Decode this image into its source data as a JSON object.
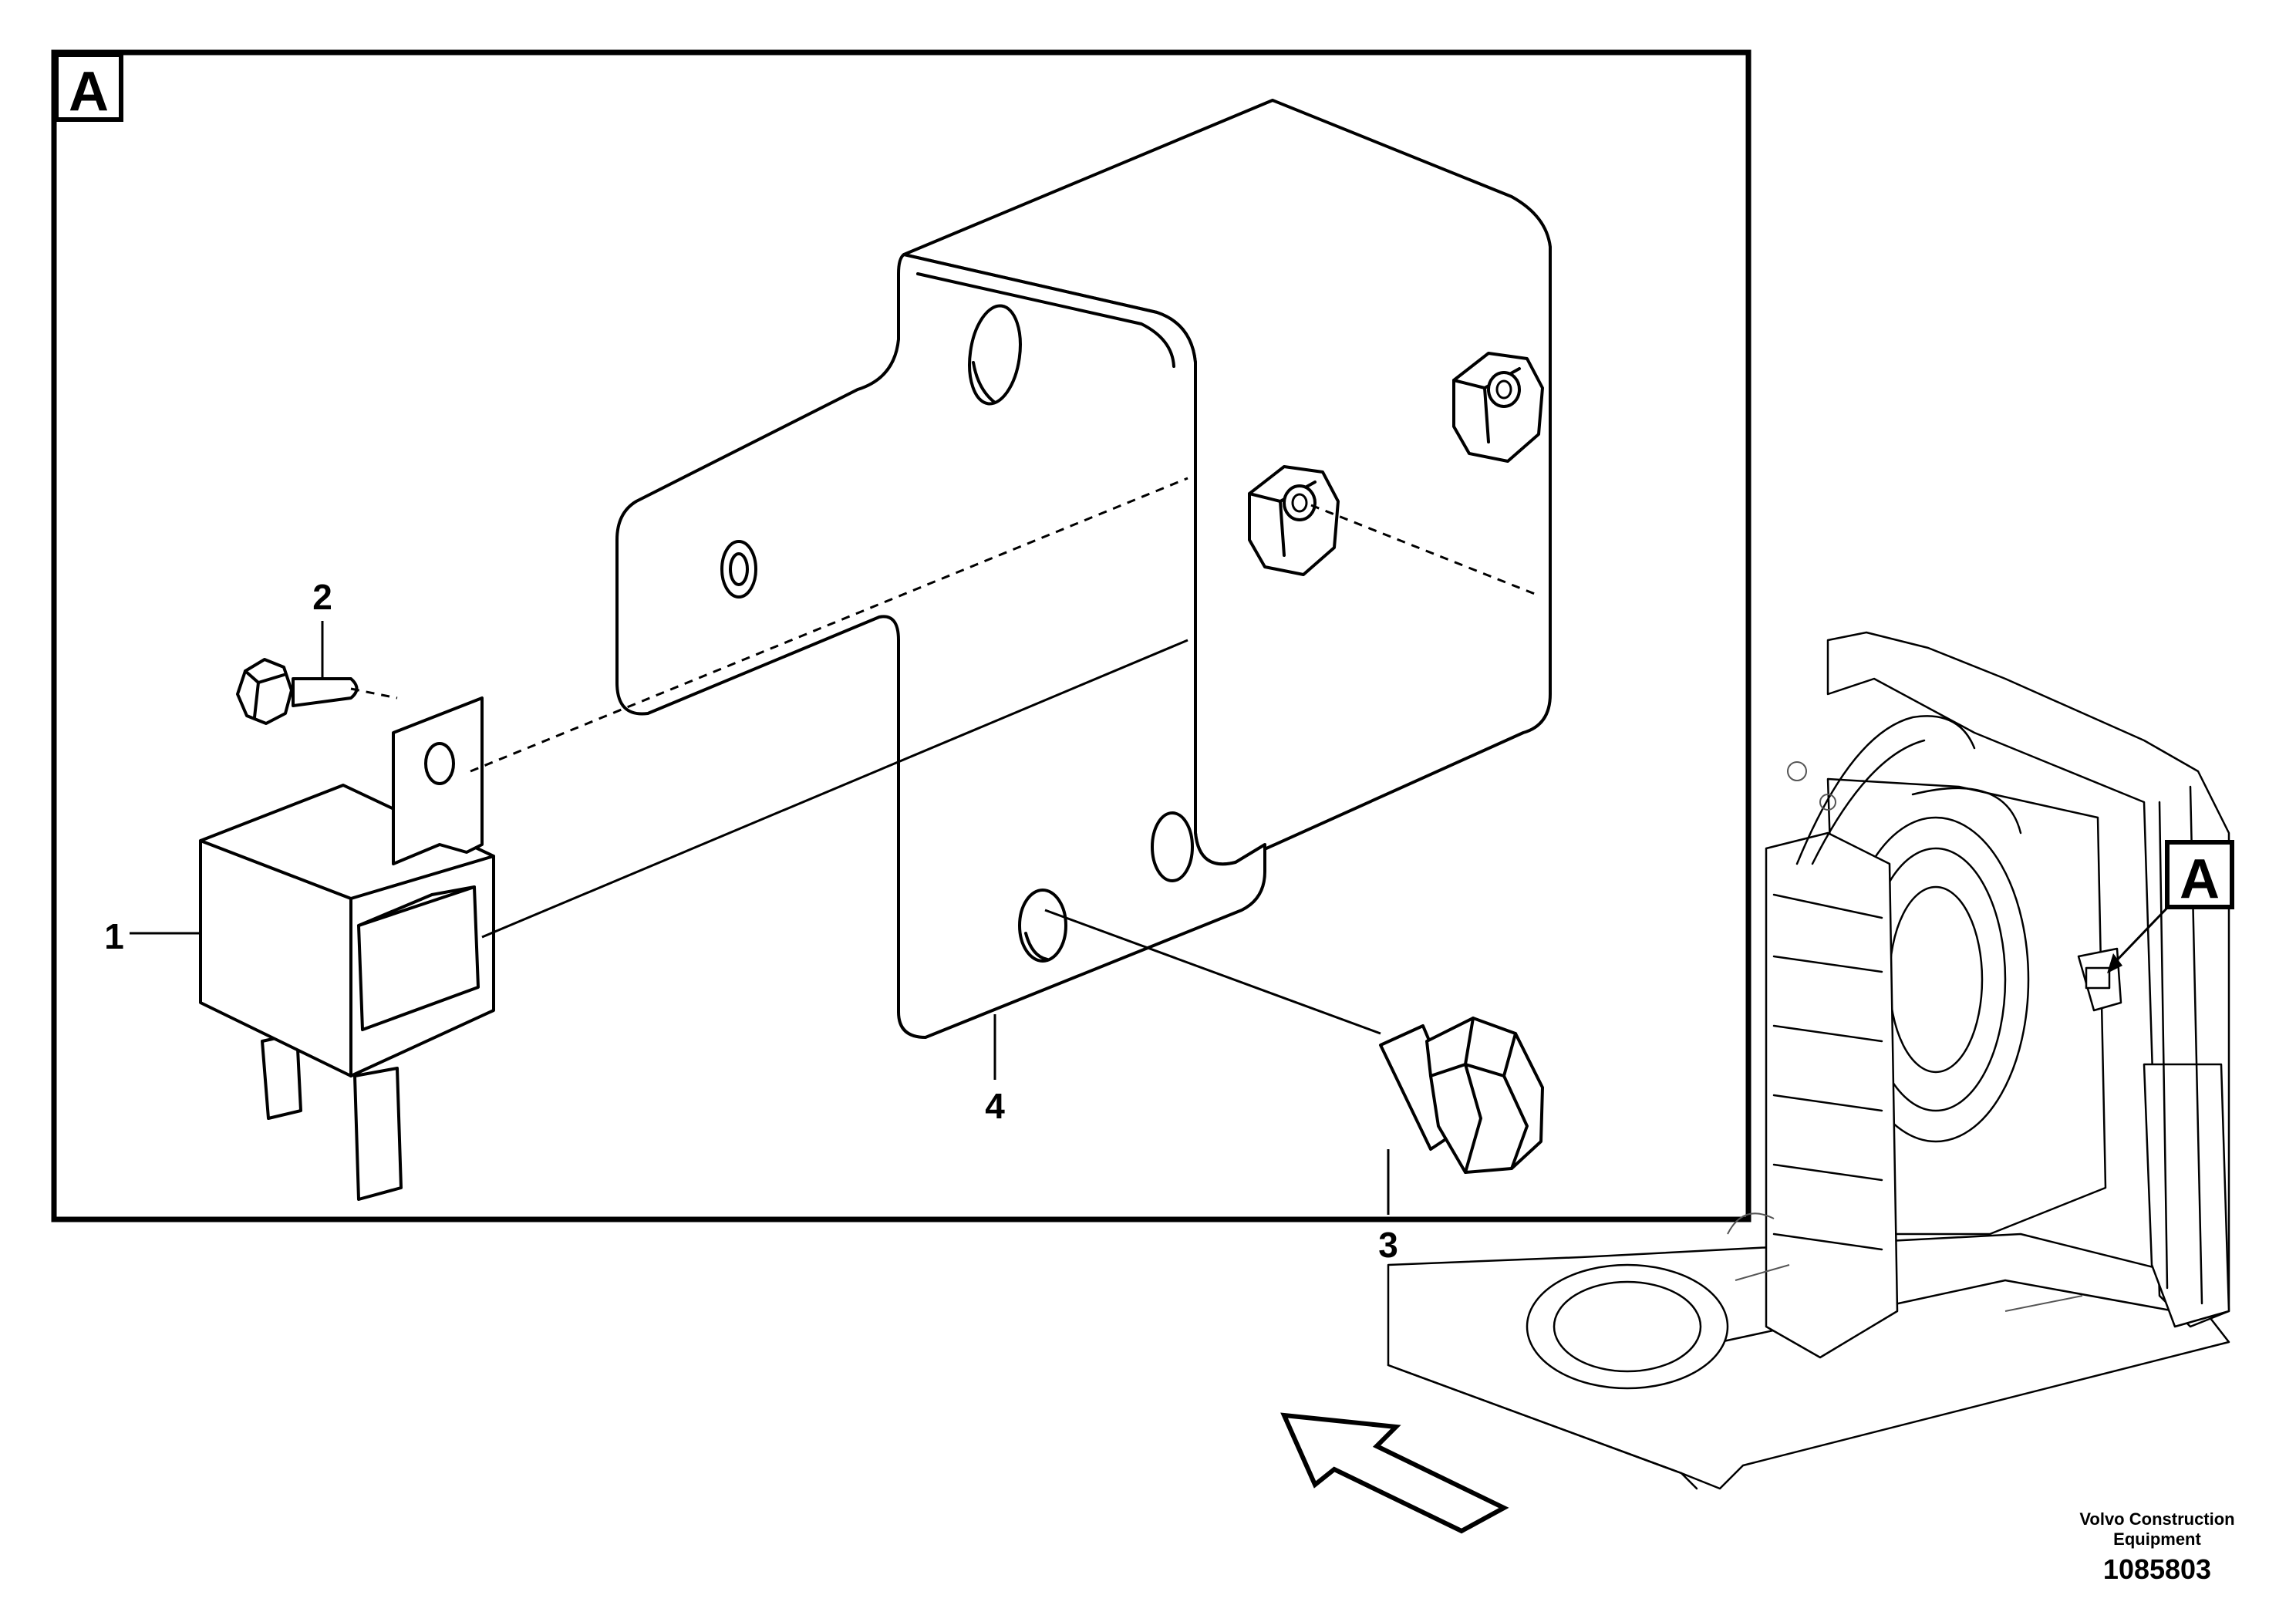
{
  "detail": {
    "label": "A"
  },
  "callouts": {
    "relay": "1",
    "screw": "2",
    "bolt": "3",
    "bracket": "4",
    "detail_ref": "A"
  },
  "footer": {
    "company_line1": "Volvo Construction",
    "company_line2": "Equipment",
    "drawing_number": "1085803"
  }
}
